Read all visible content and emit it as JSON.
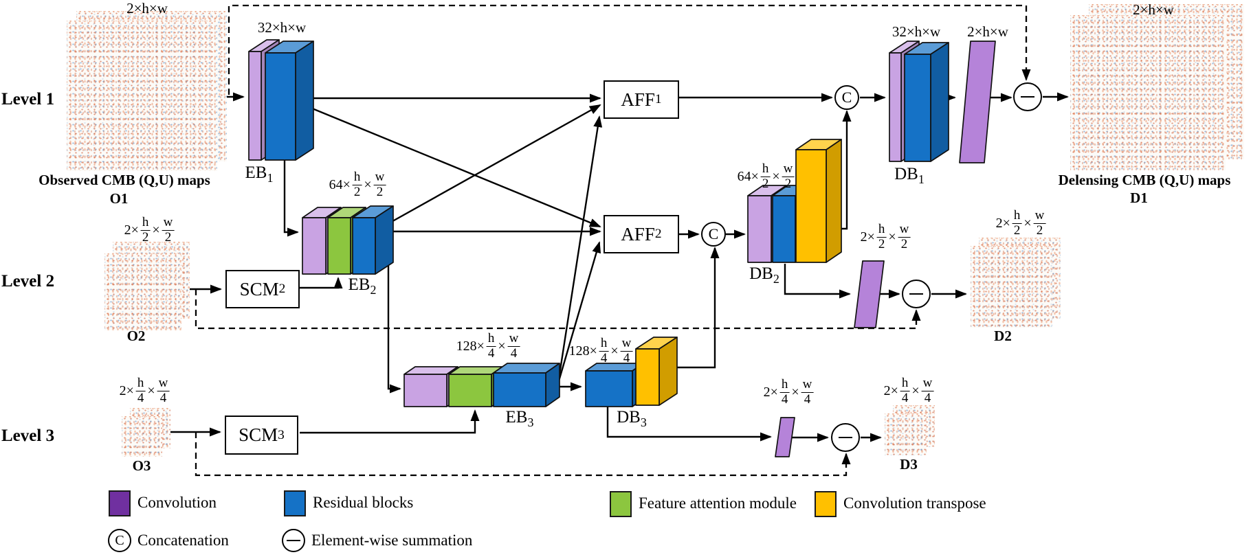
{
  "colors": {
    "conv_legend": "#7030a0",
    "conv_layer": "#c9a3e3",
    "conv_sheet": "#b583d9",
    "residual": "#1572c6",
    "attention": "#8cc63f",
    "transpose": "#ffc000"
  },
  "levels": {
    "l1": "Level 1",
    "l2": "Level 2",
    "l3": "Level 3"
  },
  "maps": {
    "o1": {
      "dims": "2×h×w",
      "caption": "Observed CMB (Q,U) maps",
      "name": "O1"
    },
    "d1": {
      "dims": "2×h×w",
      "caption": "Delensing CMB (Q,U) maps",
      "name": "D1"
    },
    "o2": {
      "name": "O2",
      "dims": {
        "pre": "2×",
        "n1": "h",
        "d1": "2",
        "x": "×",
        "n2": "w",
        "d2": "2"
      }
    },
    "d2": {
      "name": "D2",
      "dims": {
        "pre": "2×",
        "n1": "h",
        "d1": "2",
        "x": "×",
        "n2": "w",
        "d2": "2"
      }
    },
    "o3": {
      "name": "O3",
      "dims": {
        "pre": "2×",
        "n1": "h",
        "d1": "4",
        "x": "×",
        "n2": "w",
        "d2": "4"
      }
    },
    "d3": {
      "name": "D3",
      "dims": {
        "pre": "2×",
        "n1": "h",
        "d1": "4",
        "x": "×",
        "n2": "w",
        "d2": "4"
      }
    }
  },
  "nodes": {
    "eb1": {
      "t": "EB",
      "s": "1",
      "dims": "32×h×w"
    },
    "eb2": {
      "t": "EB",
      "s": "2",
      "dims": {
        "pre": "64×",
        "n1": "h",
        "d1": "2",
        "x": "×",
        "n2": "w",
        "d2": "2"
      }
    },
    "eb3": {
      "t": "EB",
      "s": "3",
      "dims": {
        "pre": "128×",
        "n1": "h",
        "d1": "4",
        "x": "×",
        "n2": "w",
        "d2": "4"
      }
    },
    "db1": {
      "t": "DB",
      "s": "1",
      "dims": "32×h×w"
    },
    "db2": {
      "t": "DB",
      "s": "2",
      "dims": {
        "pre": "64×",
        "n1": "h",
        "d1": "2",
        "x": "×",
        "n2": "w",
        "d2": "2"
      }
    },
    "db3": {
      "t": "DB",
      "s": "3",
      "dims": {
        "pre": "128×",
        "n1": "h",
        "d1": "4",
        "x": "×",
        "n2": "w",
        "d2": "4"
      }
    },
    "aff1": {
      "t": "AFF",
      "s": "1"
    },
    "aff2": {
      "t": "AFF",
      "s": "2"
    },
    "scm2": {
      "t": "SCM",
      "s": "2"
    },
    "scm3": {
      "t": "SCM",
      "s": "3"
    },
    "conv1": {
      "dims": "2×h×w"
    },
    "conv2": {
      "dims": {
        "pre": "2×",
        "n1": "h",
        "d1": "2",
        "x": "×",
        "n2": "w",
        "d2": "2"
      }
    },
    "conv3": {
      "dims": {
        "pre": "2×",
        "n1": "h",
        "d1": "4",
        "x": "×",
        "n2": "w",
        "d2": "4"
      }
    }
  },
  "operators": {
    "concat": "C",
    "minus": "−"
  },
  "legend": {
    "items": [
      {
        "label": "Convolution",
        "color": "#7030a0"
      },
      {
        "label": "Residual blocks",
        "color": "#1572c6"
      },
      {
        "label": "Feature attention module",
        "color": "#8cc63f"
      },
      {
        "label": "Convolution transpose",
        "color": "#ffc000"
      },
      {
        "label": "Concatenation",
        "symbol": "C"
      },
      {
        "label": "Element-wise summation",
        "symbol": "−"
      }
    ]
  }
}
